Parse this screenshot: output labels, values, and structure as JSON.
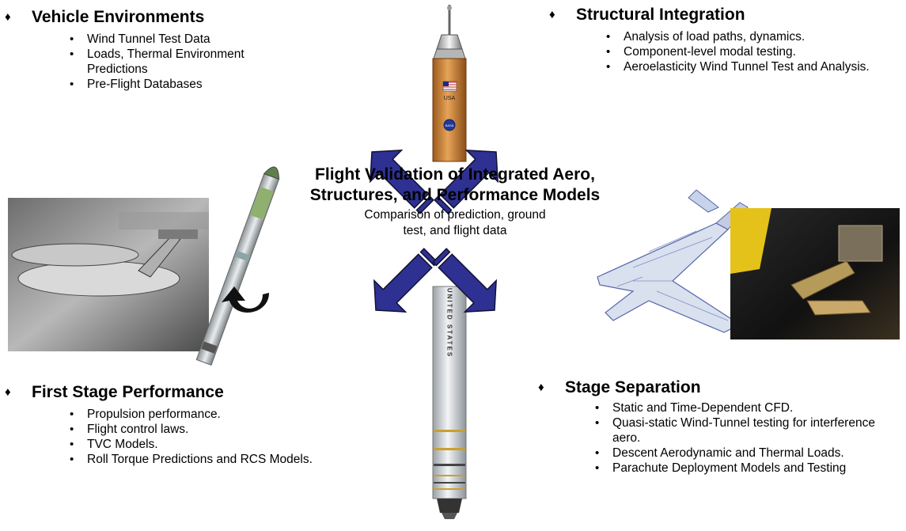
{
  "colors": {
    "arrow_fill": "#2e3192",
    "arrow_stroke": "#111133",
    "rocket_orange": "#d9893a",
    "rocket_silver": "#cfd3d8",
    "stripe_gold": "#c9a030",
    "photo_yellow": "#e5c21a"
  },
  "vehicle_environments": {
    "title": "Vehicle Environments",
    "bullets": [
      "Wind Tunnel Test Data",
      "Loads, Thermal Environment Predictions",
      "Pre-Flight Databases"
    ]
  },
  "structural_integration": {
    "title": "Structural Integration",
    "bullets": [
      "Analysis of load paths, dynamics.",
      "Component-level modal testing.",
      "Aeroelasticity Wind Tunnel Test and Analysis."
    ]
  },
  "center": {
    "title": "Flight Validation of Integrated Aero, Structures, and Performance Models",
    "subtitle": "Comparison of prediction, ground test, and flight data"
  },
  "first_stage": {
    "title": "First Stage Performance",
    "bullets": [
      "Propulsion performance.",
      "Flight control laws.",
      "TVC Models.",
      "Roll Torque Predictions and RCS Models."
    ]
  },
  "stage_separation": {
    "title": "Stage Separation",
    "bullets": [
      "Static and Time-Dependent CFD.",
      "Quasi-static Wind-Tunnel testing for interference aero.",
      "Descent Aerodynamic and Thermal Loads.",
      "Parachute Deployment Models and Testing"
    ]
  },
  "rocket": {
    "flag_label": "USA",
    "logo_label": "NASA",
    "vertical_text": "UNITED STATES"
  }
}
